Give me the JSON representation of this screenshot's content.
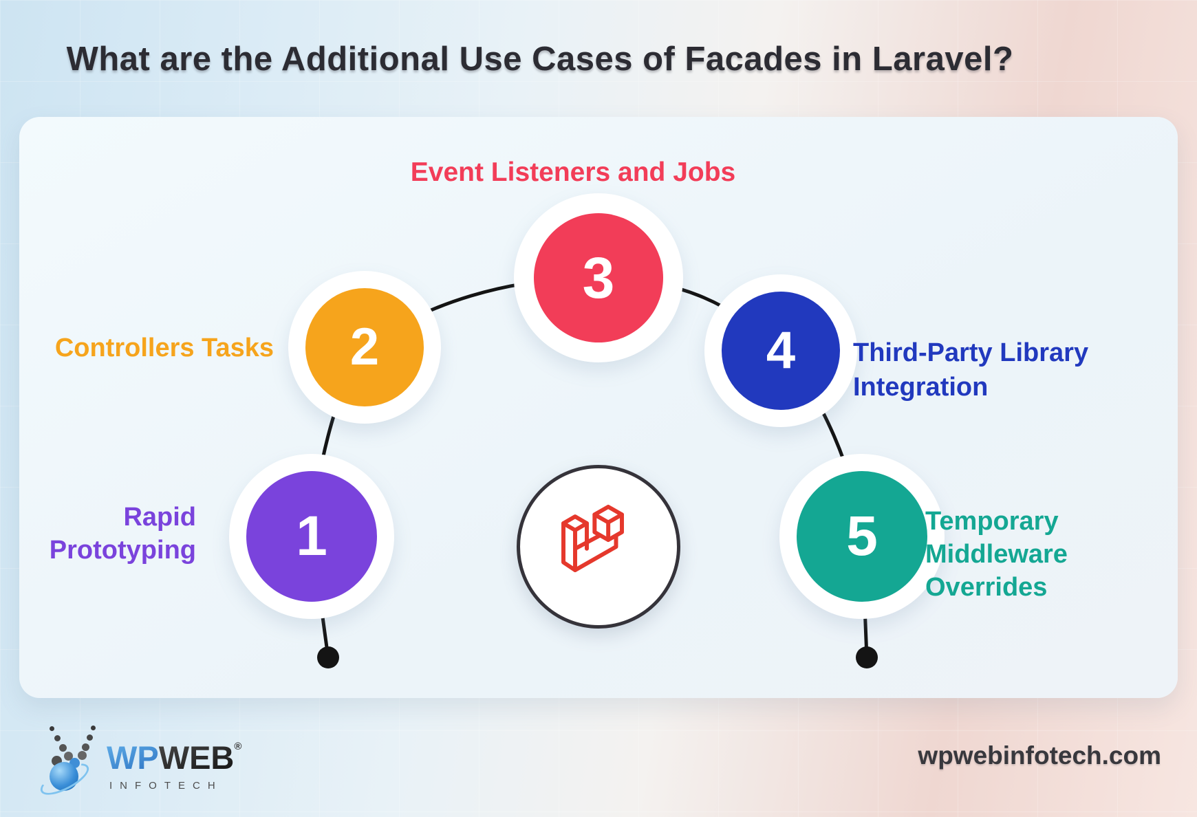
{
  "title": "What are the Additional Use Cases of Facades in Laravel?",
  "steps": [
    {
      "number": "1",
      "label": "Rapid Prototyping",
      "lines": [
        "Rapid",
        "Prototyping"
      ],
      "color": "#7A43DC"
    },
    {
      "number": "2",
      "label": "Controllers Tasks",
      "lines": [
        "Controllers Tasks"
      ],
      "color": "#F6A41C"
    },
    {
      "number": "3",
      "label": "Event Listeners and Jobs",
      "lines": [
        "Event Listeners and Jobs"
      ],
      "color": "#F23D58"
    },
    {
      "number": "4",
      "label": "Third-Party Library Integration",
      "lines": [
        "Third-Party Library",
        "Integration"
      ],
      "color": "#2139BE"
    },
    {
      "number": "5",
      "label": "Temporary Middleware Overrides",
      "lines": [
        "Temporary",
        "Middleware",
        "Overrides"
      ],
      "color": "#14A793"
    }
  ],
  "center": {
    "icon": "laravel-logo",
    "icon_color": "#E5382C",
    "ring_color": "#35333a"
  },
  "connector": {
    "color": "#141414"
  },
  "brand": {
    "name_part1": "WP",
    "name_part2": "WEB",
    "registered": "®",
    "subtitle": "INFOTECH",
    "website": "wpwebinfotech.com"
  }
}
